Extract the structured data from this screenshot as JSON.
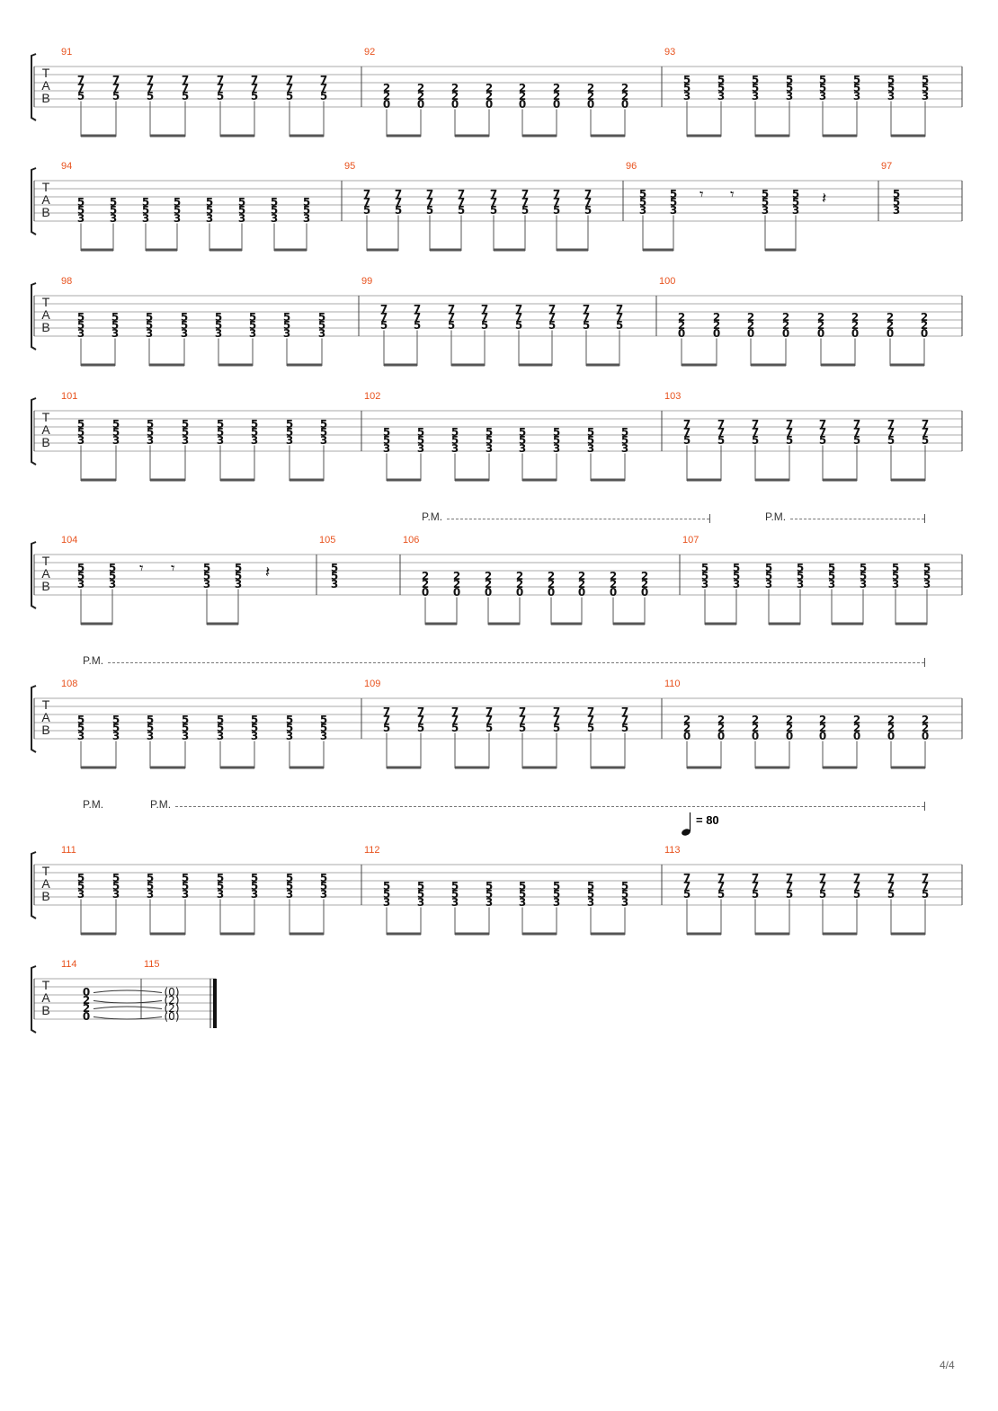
{
  "page": {
    "page_number": "4/4"
  },
  "clef_letters": [
    "T",
    "A",
    "B"
  ],
  "annotations": {
    "palm_mute": "P.M.",
    "tempo_value": "80",
    "tempo_prefix": "= "
  },
  "chord_types": {
    "A": [
      "7",
      "7",
      "5"
    ],
    "B": [
      "2",
      "2",
      "0"
    ],
    "C": [
      "5",
      "5",
      "3"
    ],
    "D": [
      "5",
      "5",
      "3"
    ],
    "F": [
      "0",
      "2",
      "2",
      "0"
    ],
    "T": [
      "(0)",
      "(2)",
      "(2)",
      "(0)"
    ]
  },
  "systems": [
    {
      "measures": [
        {
          "number": "91",
          "kind": "eighths",
          "chord": "A"
        },
        {
          "number": "92",
          "kind": "eighths",
          "chord": "B"
        },
        {
          "number": "93",
          "kind": "eighths",
          "chord": "C"
        }
      ]
    },
    {
      "measures": [
        {
          "number": "94",
          "kind": "eighths",
          "chord": "D"
        },
        {
          "number": "95",
          "kind": "eighths",
          "chord": "A"
        },
        {
          "number": "96",
          "kind": "rests",
          "chord": "C"
        },
        {
          "number": "97",
          "kind": "single",
          "chord": "C"
        }
      ]
    },
    {
      "measures": [
        {
          "number": "98",
          "kind": "eighths",
          "chord": "D"
        },
        {
          "number": "99",
          "kind": "eighths",
          "chord": "A"
        },
        {
          "number": "100",
          "kind": "eighths",
          "chord": "B"
        }
      ]
    },
    {
      "measures": [
        {
          "number": "101",
          "kind": "eighths",
          "chord": "C"
        },
        {
          "number": "102",
          "kind": "eighths",
          "chord": "D"
        },
        {
          "number": "103",
          "kind": "eighths",
          "chord": "A"
        }
      ]
    },
    {
      "measures": [
        {
          "number": "104",
          "kind": "rests",
          "chord": "C"
        },
        {
          "number": "105",
          "kind": "single",
          "chord": "C"
        },
        {
          "number": "106",
          "kind": "eighths",
          "chord": "B"
        },
        {
          "number": "107",
          "kind": "eighths",
          "chord": "C"
        }
      ]
    },
    {
      "measures": [
        {
          "number": "108",
          "kind": "eighths",
          "chord": "D"
        },
        {
          "number": "109",
          "kind": "eighths",
          "chord": "A"
        },
        {
          "number": "110",
          "kind": "eighths",
          "chord": "B"
        }
      ]
    },
    {
      "measures": [
        {
          "number": "111",
          "kind": "eighths",
          "chord": "C"
        },
        {
          "number": "112",
          "kind": "eighths",
          "chord": "D"
        },
        {
          "number": "113",
          "kind": "eighths",
          "chord": "A"
        }
      ]
    },
    {
      "measures": [
        {
          "number": "114",
          "kind": "whole",
          "chord": "F"
        },
        {
          "number": "115",
          "kind": "whole",
          "chord": "T"
        }
      ]
    }
  ]
}
